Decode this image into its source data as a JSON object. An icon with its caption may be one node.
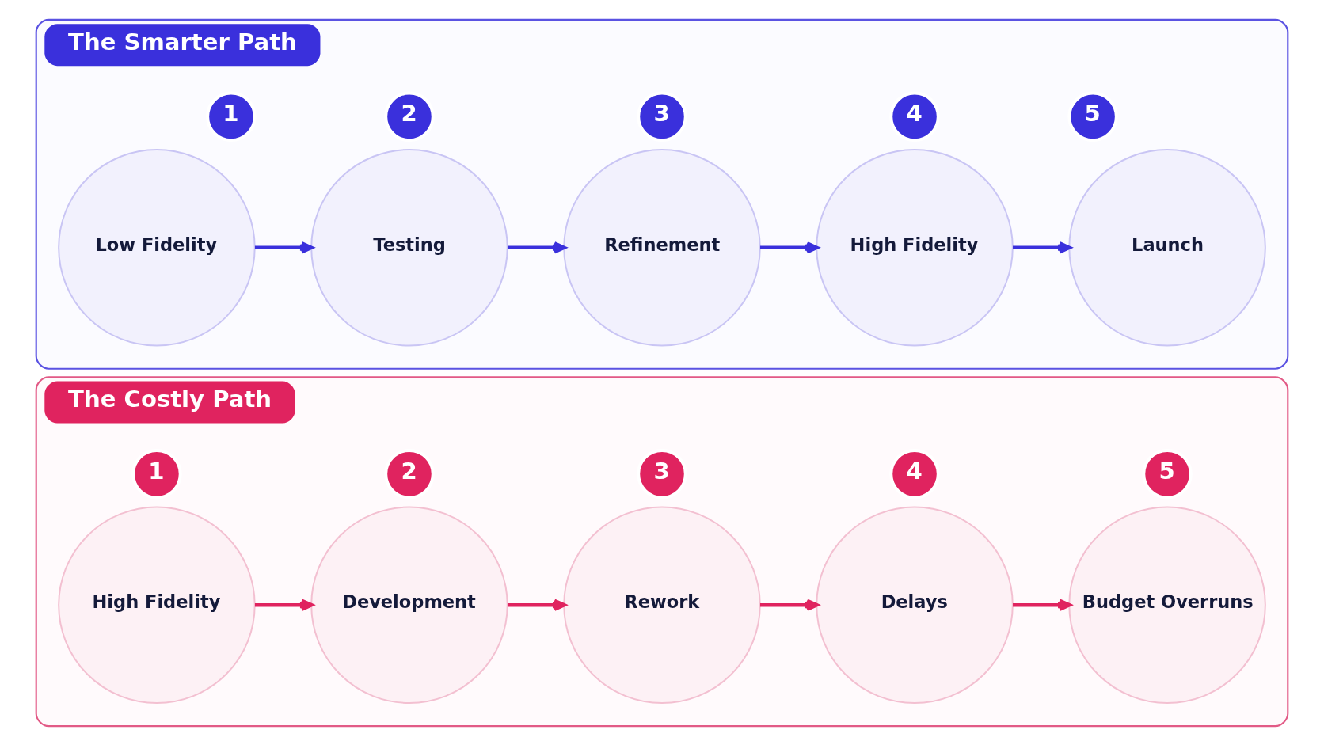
{
  "diagram": {
    "nodes": [
      {
        "text": [
          "The Smarter Path"
        ]
      },
      {
        "text": [
          "1"
        ],
        "in": 0
      },
      {
        "text": [
          "Low Fidelity"
        ],
        "in": 0
      },
      {
        "text": [
          "2"
        ],
        "in": 0
      },
      {
        "text": [
          "Testing"
        ],
        "in": 0
      },
      {
        "text": [
          "3"
        ],
        "in": 0
      },
      {
        "text": [
          "Refinement"
        ],
        "in": 0
      },
      {
        "text": [
          "4"
        ],
        "in": 0
      },
      {
        "text": [
          "High Fidelity"
        ],
        "in": 0
      },
      {
        "text": [
          "5"
        ],
        "in": 0
      },
      {
        "text": [
          "Launch"
        ],
        "in": 0
      },
      {
        "text": [
          "The Costly Path"
        ]
      },
      {
        "text": [
          "1"
        ],
        "in": 11
      },
      {
        "text": [
          "High Fidelity"
        ],
        "in": 11
      },
      {
        "text": [
          "2"
        ],
        "in": 11
      },
      {
        "text": [
          "Development"
        ],
        "in": 11
      },
      {
        "text": [
          "3"
        ],
        "in": 11
      },
      {
        "text": [
          "Rework"
        ],
        "in": 11
      },
      {
        "text": [
          "4"
        ],
        "in": 11
      },
      {
        "text": [
          "Delays"
        ],
        "in": 11
      },
      {
        "text": [
          "5"
        ],
        "in": 11
      },
      {
        "text": [
          "Budget Overruns"
        ],
        "in": 11
      }
    ],
    "edges": [
      {
        "from": 2,
        "to": 4,
        "arrow": "to",
        "color": "#3a30dc"
      },
      {
        "from": 4,
        "to": 6,
        "arrow": "to",
        "color": "#3a30dc"
      },
      {
        "from": 6,
        "to": 8,
        "arrow": "to",
        "color": "#3a30dc"
      },
      {
        "from": 8,
        "to": 10,
        "arrow": "to",
        "color": "#3a30dc"
      },
      {
        "from": 13,
        "to": 15,
        "arrow": "to",
        "color": "#e0235f"
      },
      {
        "from": 15,
        "to": 17,
        "arrow": "to",
        "color": "#e0235f"
      },
      {
        "from": 17,
        "to": 19,
        "arrow": "to",
        "color": "#e0235f"
      },
      {
        "from": 19,
        "to": 21,
        "arrow": "to",
        "color": "#e0235f"
      }
    ]
  }
}
